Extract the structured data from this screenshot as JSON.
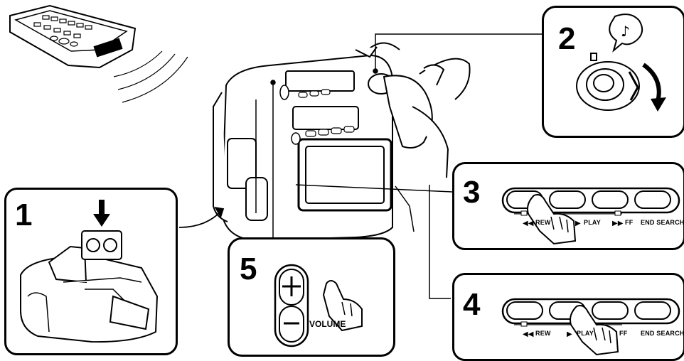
{
  "steps": {
    "s1": {
      "number": "1"
    },
    "s2": {
      "number": "2"
    },
    "s3": {
      "number": "3"
    },
    "s4": {
      "number": "4"
    },
    "s5": {
      "number": "5"
    }
  },
  "button_panel": {
    "rew": "REW",
    "play": "PLAY",
    "ff": "FF",
    "end_search": "END SEARCH"
  },
  "volume_label": "VOLUME",
  "icons": {
    "note": "music-note-icon",
    "rewind": "rewind-icon",
    "play": "play-icon",
    "fast_forward": "fast-forward-icon"
  }
}
